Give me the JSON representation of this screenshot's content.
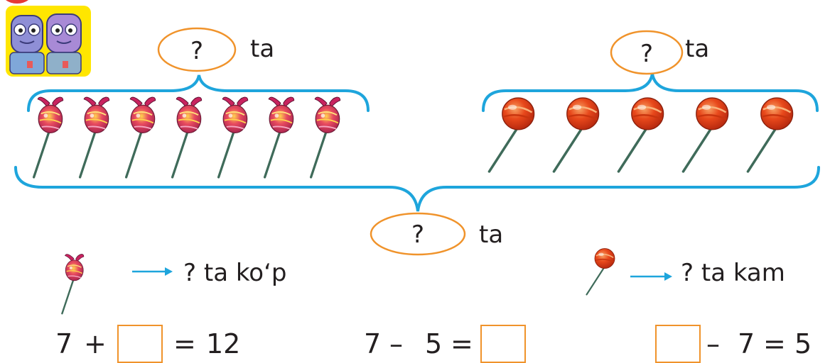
{
  "colors": {
    "brace": "#1ea5dc",
    "oval": "#f0932b",
    "arrow": "#1ea5dc",
    "answer_box": "#f0932b",
    "text": "#231f20",
    "lollipop": "#e8481b",
    "wrapped_candy": "#d6237a",
    "stick": "#3f6b5a"
  },
  "icons": {
    "characters": "robot-kids-icon",
    "wrapped_candy": "wrapped-lollipop-icon",
    "round_lollipop": "round-lollipop-icon",
    "arrow": "right-arrow-icon"
  },
  "groups": {
    "left": {
      "count_mark": "?",
      "unit": "ta",
      "items": 7
    },
    "right": {
      "count_mark": "?",
      "unit": "ta",
      "items": 5
    },
    "total": {
      "count_mark": "?",
      "unit": "ta"
    }
  },
  "comparisons": {
    "more": {
      "mark": "?",
      "text": "ta ko‘p"
    },
    "less": {
      "mark": "?",
      "text": "ta kam"
    }
  },
  "equations": {
    "eq1": {
      "a": "7",
      "op": "+",
      "eq": "=",
      "result": "12"
    },
    "eq2": {
      "a": "7",
      "op": "–",
      "b": "5",
      "eq": "="
    },
    "eq3": {
      "op": "–",
      "b": "7",
      "eq": "=",
      "result": "5"
    }
  }
}
